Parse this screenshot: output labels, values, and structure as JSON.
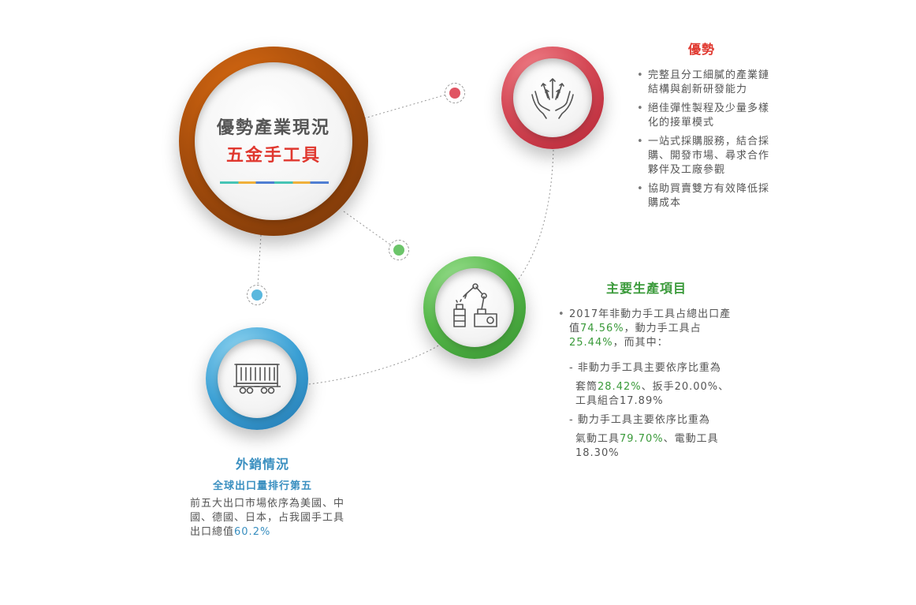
{
  "main": {
    "title": "優勢產業現況",
    "subtitle": "五金手工具"
  },
  "advantages": {
    "heading": "優勢",
    "items": [
      "完整且分工細膩的產業鏈結構與創新研發能力",
      "絕佳彈性製程及少量多樣化的接單模式",
      "一站式採購服務，結合採購、開發市場、尋求合作夥伴及工廠參觀",
      "協助買賣雙方有效降低採購成本"
    ]
  },
  "production": {
    "heading": "主要生產項目",
    "p1_a": "2017年非動力手工具占總出口產值",
    "p1_v1": "74.56%",
    "p1_b": "，動力手工具占",
    "p1_v2": "25.44%",
    "p1_c": "，而其中：",
    "s1_head": "- 非動力手工具主要依序比重為",
    "s1_a": "套筒",
    "s1_v": "28.42%",
    "s1_b": "、扳手20.00%、工具組合17.89%",
    "s2_head": "- 動力手工具主要依序比重為",
    "s2_a": "氣動工具",
    "s2_v": "79.70%",
    "s2_b": "、電動工具18.30%"
  },
  "exports": {
    "heading": "外銷情況",
    "subheading": "全球出口量排行第五",
    "text": "前五大出口市場依序為美國、中國、德國、日本，占我國手工具出口總值",
    "value": "60.2%"
  },
  "icons": {
    "advantage": "hands-arrows-icon",
    "production": "robot-arm-icon",
    "exports": "freight-wagon-icon"
  },
  "colors": {
    "orange": "#a84e0c",
    "red": "#d44855",
    "green": "#56b84a",
    "blue": "#3a9fd4"
  }
}
